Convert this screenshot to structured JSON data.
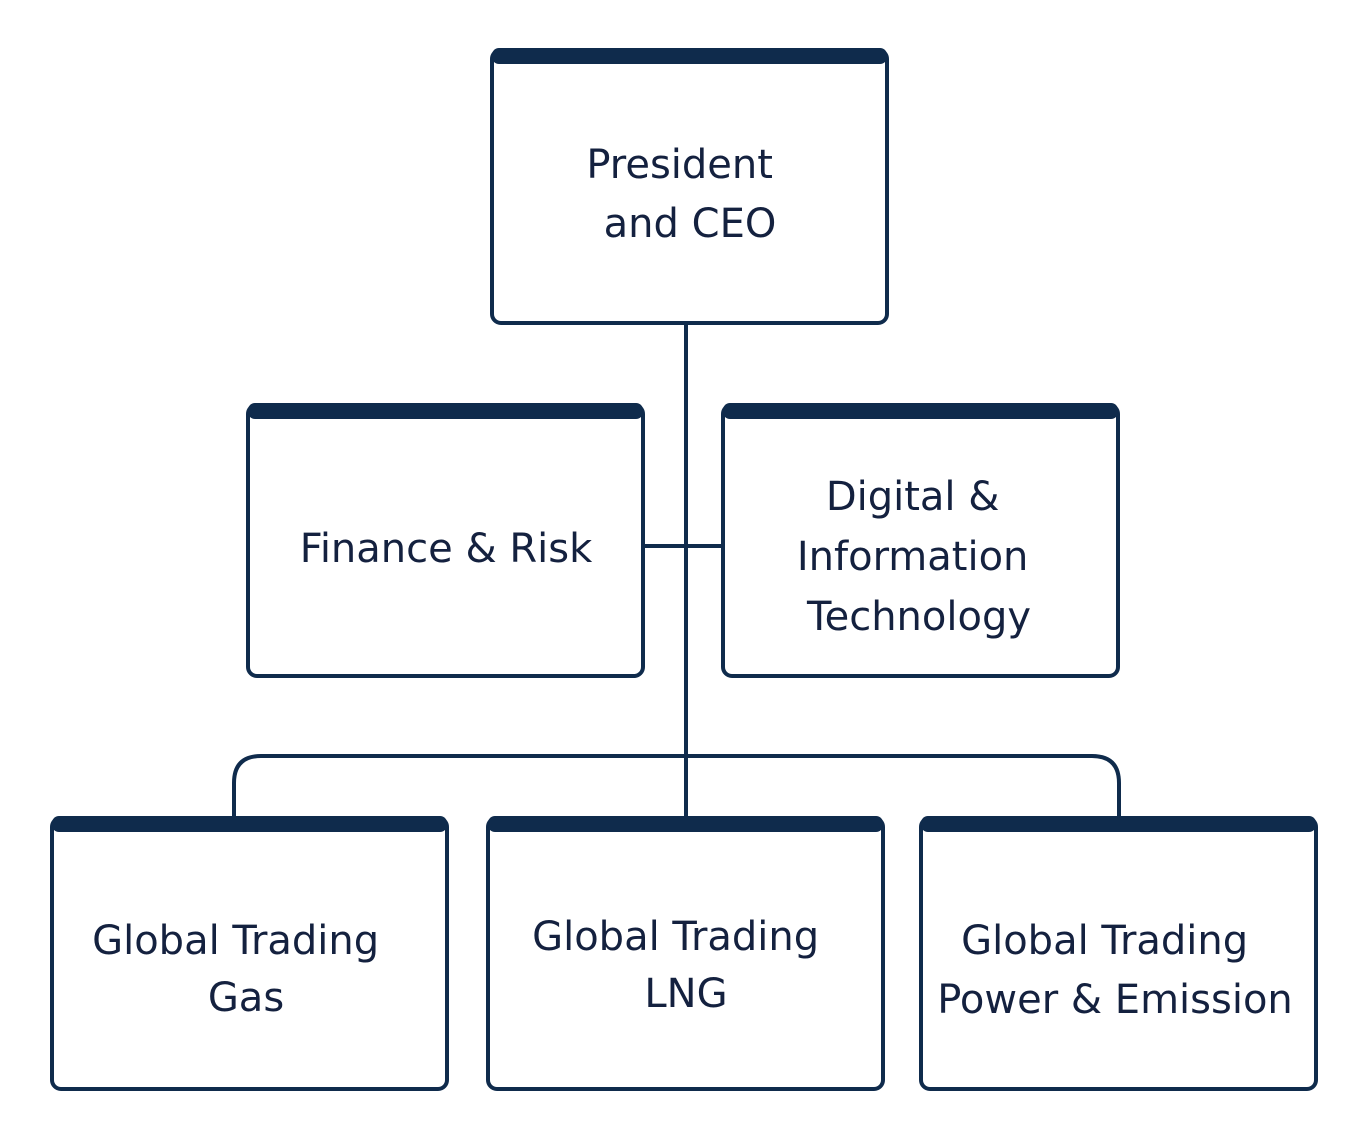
{
  "colors": {
    "frame": "#0f2b4c",
    "text": "#14213f",
    "background": "#ffffff"
  },
  "nodes": {
    "president": {
      "lines": [
        "President",
        "and CEO"
      ]
    },
    "finance": {
      "lines": [
        "Finance & Risk"
      ]
    },
    "digital": {
      "lines": [
        "Digital &",
        "Information",
        "Technology"
      ]
    },
    "gas": {
      "lines": [
        "Global Trading",
        "Gas"
      ]
    },
    "lng": {
      "lines": [
        "Global Trading",
        "LNG"
      ]
    },
    "power": {
      "lines": [
        "Global Trading",
        "Power & Emission"
      ]
    }
  }
}
